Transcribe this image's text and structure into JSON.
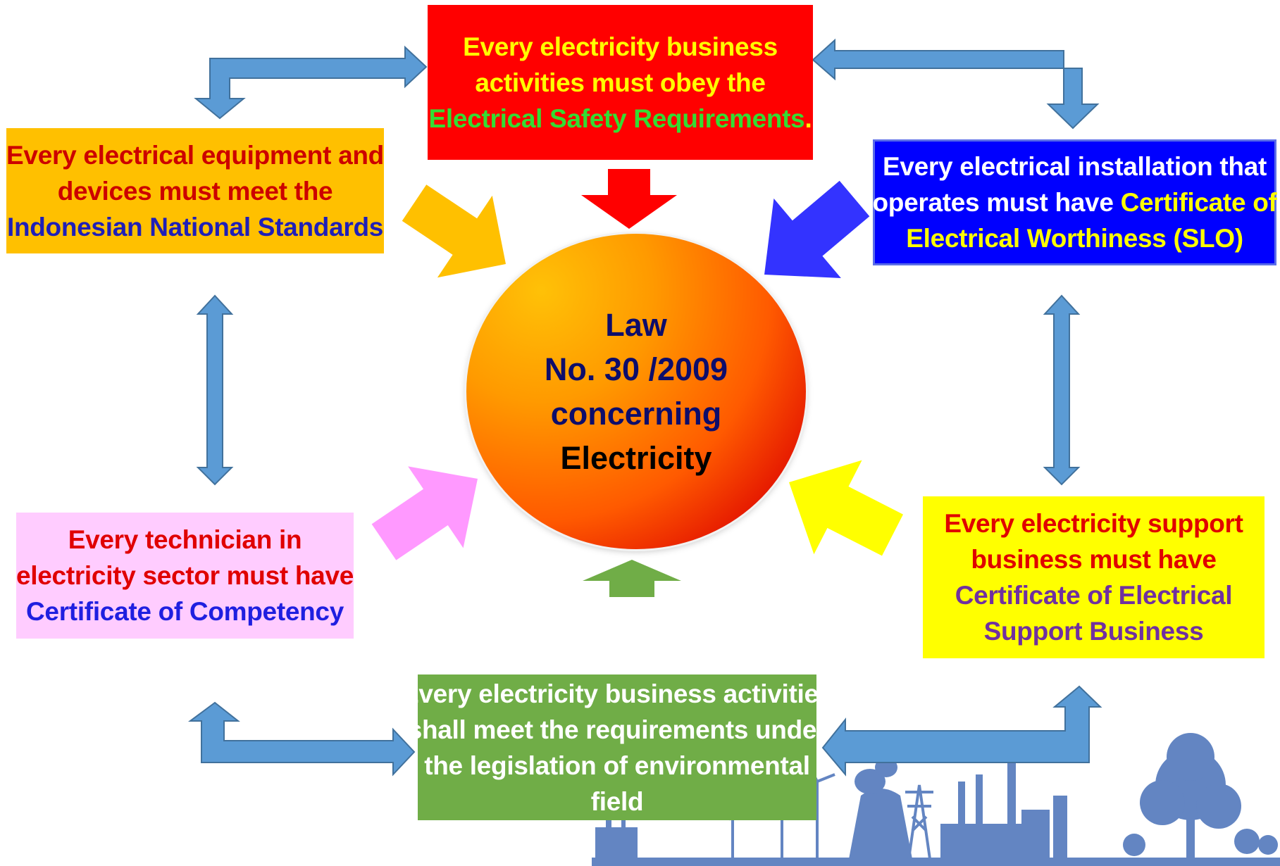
{
  "hub": {
    "lines": [
      {
        "text": "Law",
        "color": "#0d0d6b"
      },
      {
        "text": "No. 30 /2009",
        "color": "#0d0d6b"
      },
      {
        "text": "concerning",
        "color": "#0d0d6b"
      },
      {
        "text": "Electricity",
        "color": "#000000"
      }
    ]
  },
  "boxes": {
    "top": {
      "fill": "#ff0000",
      "lines": [
        [
          {
            "text": "Every electricity business",
            "color": "#ffff00"
          }
        ],
        [
          {
            "text": "activities must obey the",
            "color": "#ffff00"
          }
        ],
        [
          {
            "text": "Electrical Safety Requirements",
            "color": "#33dd33"
          },
          {
            "text": ".",
            "color": "#ffff00"
          }
        ]
      ]
    },
    "left": {
      "fill": "#ffc000",
      "lines": [
        [
          {
            "text": "Every electrical equipment and",
            "color": "#cc0000"
          }
        ],
        [
          {
            "text": "devices must meet the",
            "color": "#cc0000"
          }
        ],
        [
          {
            "text": "Indonesian National Standards",
            "color": "#1f1fb8"
          }
        ]
      ]
    },
    "right": {
      "fill": "#0000ff",
      "lines": [
        [
          {
            "text": "Every electrical installation  that",
            "color": "#ffffff"
          }
        ],
        [
          {
            "text": "operates must have ",
            "color": "#ffffff"
          },
          {
            "text": "Certificate of",
            "color": "#ffff00"
          }
        ],
        [
          {
            "text": "Electrical Worthiness (SLO)",
            "color": "#ffff00"
          }
        ]
      ]
    },
    "pink": {
      "fill": "#ffccff",
      "lines": [
        [
          {
            "text": "Every technician in",
            "color": "#e00000"
          }
        ],
        [
          {
            "text": "electricity sector must have",
            "color": "#e00000"
          }
        ],
        [
          {
            "text": "Certificate of Competency",
            "color": "#1f1fe0"
          }
        ]
      ]
    },
    "yellow": {
      "fill": "#ffff00",
      "lines": [
        [
          {
            "text": "Every electricity support",
            "color": "#e00000"
          }
        ],
        [
          {
            "text": "business must have",
            "color": "#e00000"
          }
        ],
        [
          {
            "text": "Certificate of Electrical",
            "color": "#7030a0"
          }
        ],
        [
          {
            "text": "Support Business",
            "color": "#7030a0"
          }
        ]
      ]
    },
    "bottom": {
      "fill": "#70ad47",
      "lines": [
        [
          {
            "text": "Every electricity business activities",
            "color": "#ffffff"
          }
        ],
        [
          {
            "text": "shall meet the requirements under",
            "color": "#ffffff"
          }
        ],
        [
          {
            "text": "the legislation  of environmental",
            "color": "#ffffff"
          }
        ],
        [
          {
            "text": "field",
            "color": "#ffffff"
          }
        ]
      ]
    }
  },
  "colors": {
    "connector_arrows": "#5b9bd5",
    "connector_outline": "#41719c",
    "arrow_top": "#ff0000",
    "arrow_top_left": "#ffc000",
    "arrow_top_right": "#3333ff",
    "arrow_bottom_left": "#ff99ff",
    "arrow_bottom_right": "#ffff00",
    "arrow_bottom": "#70ad47",
    "skyline": "#5b7fbf"
  }
}
